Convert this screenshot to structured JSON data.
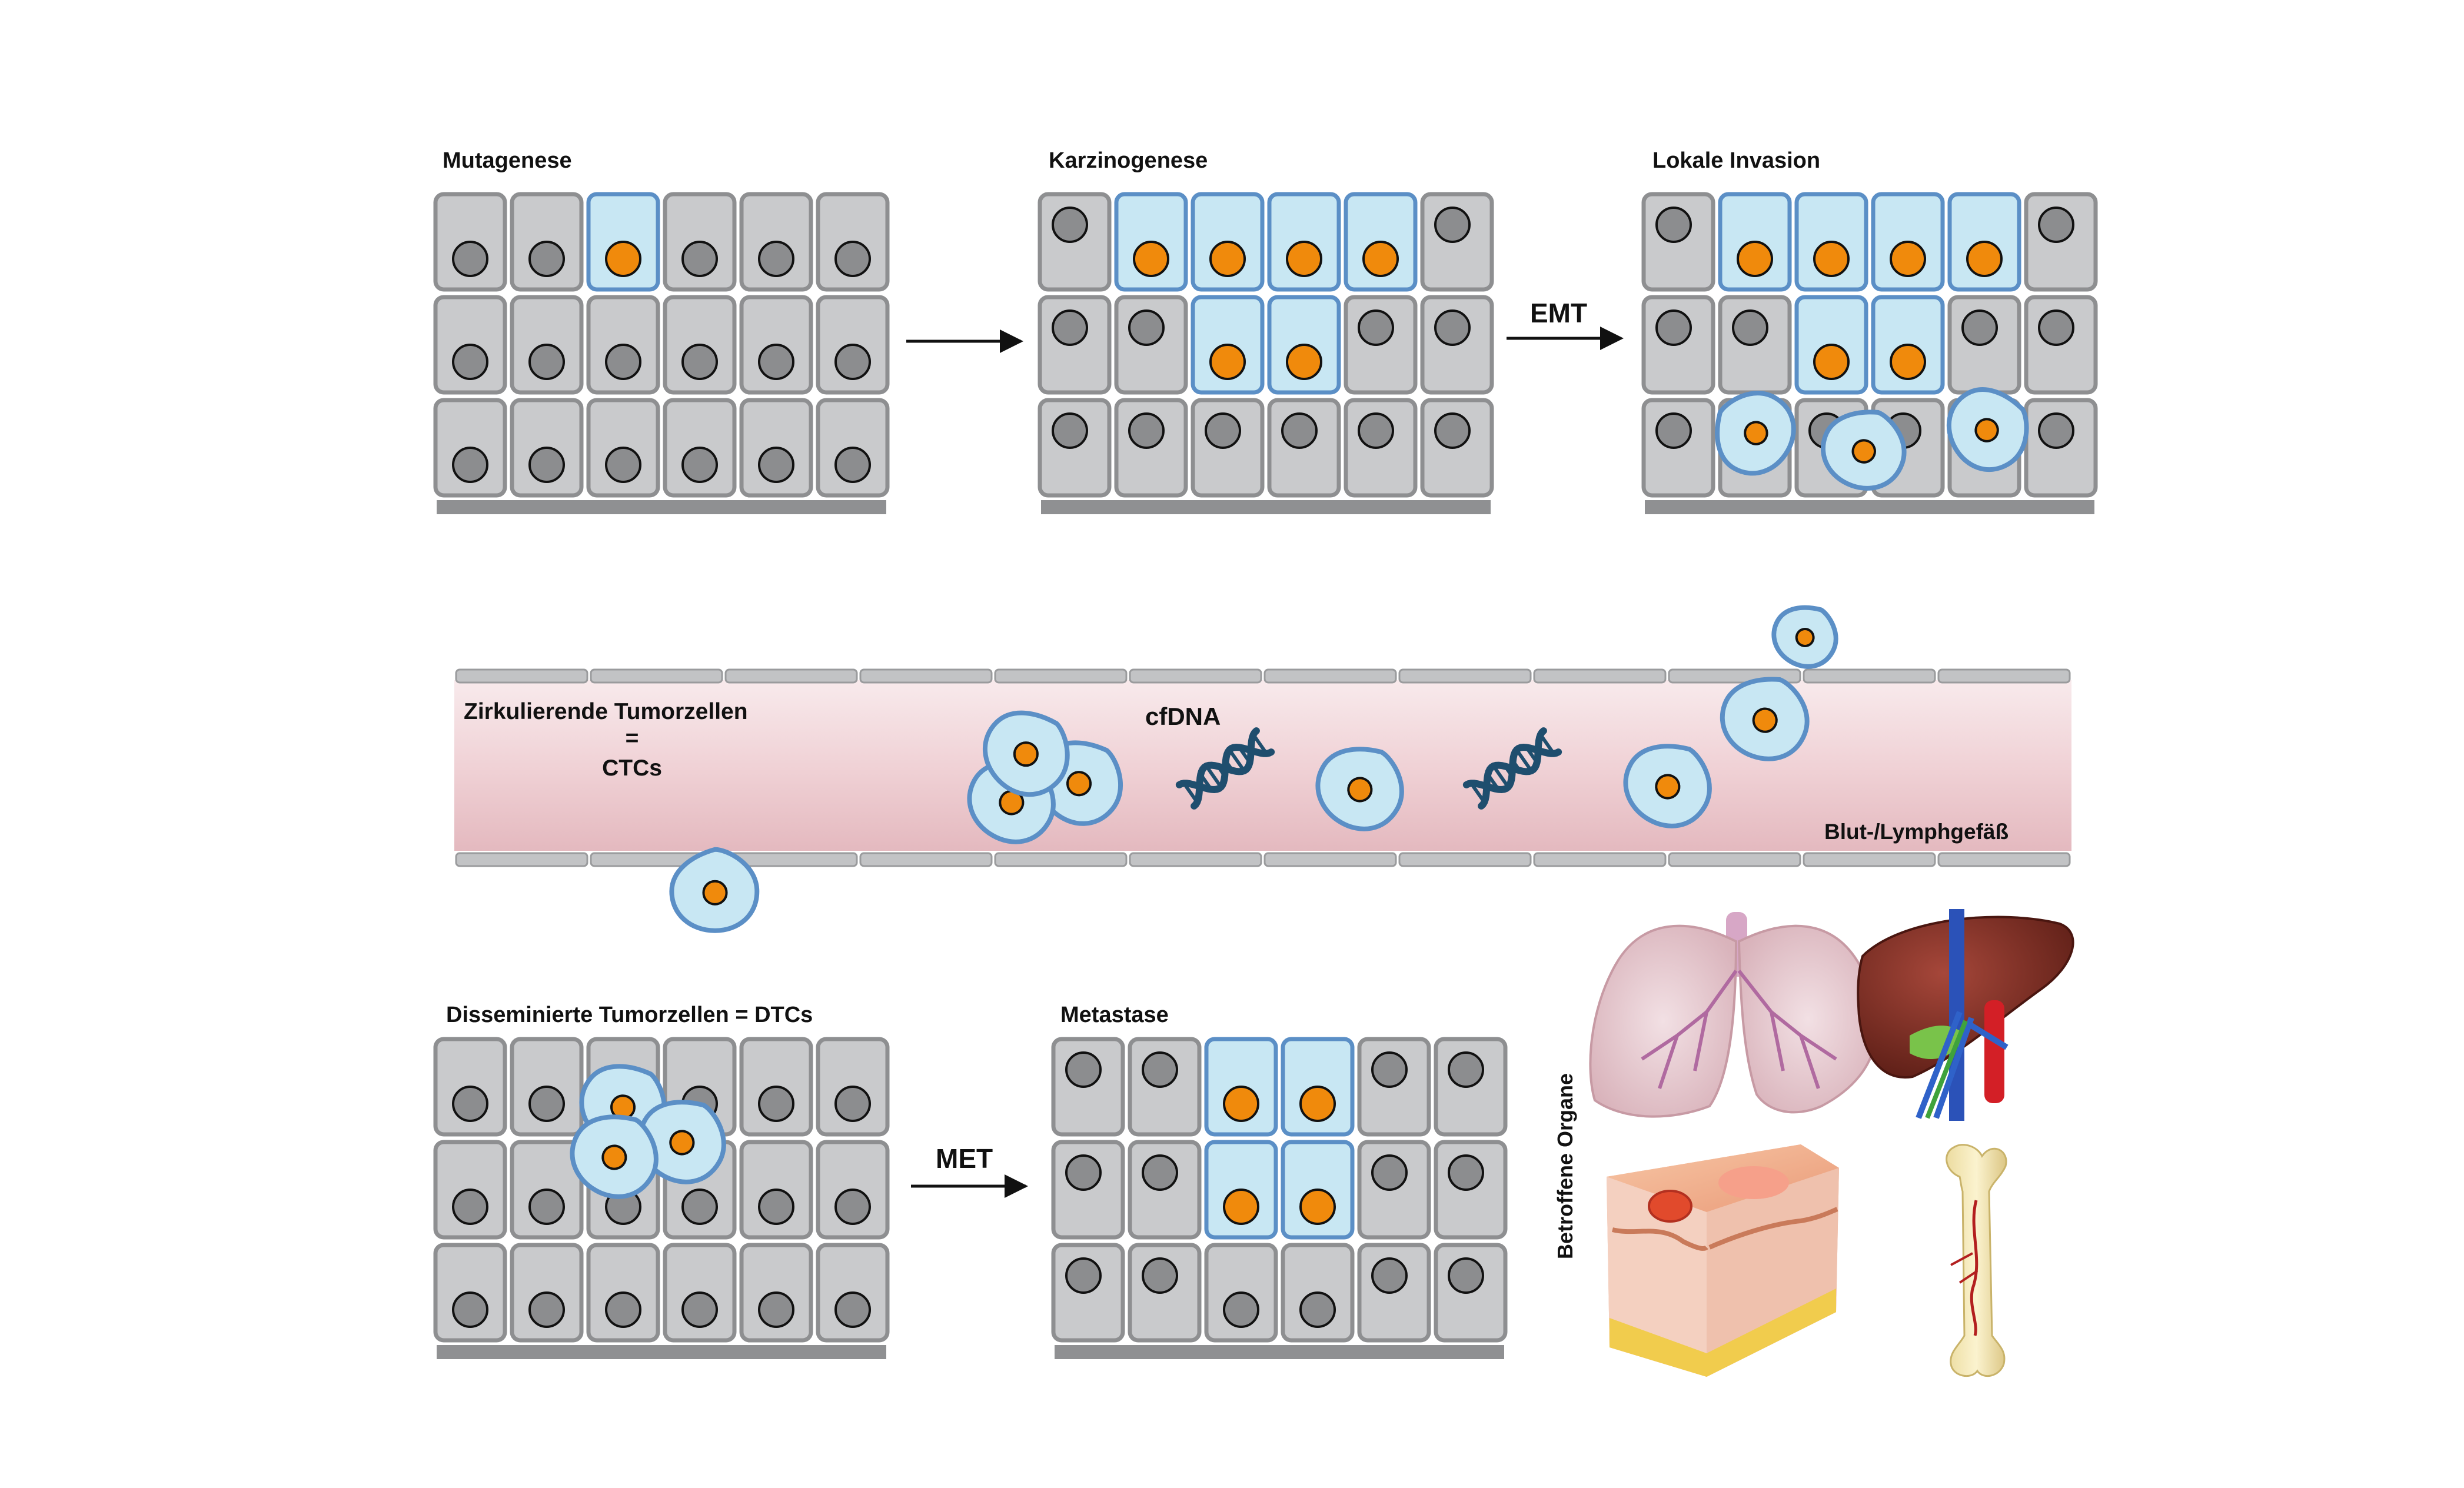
{
  "panels": {
    "mutagenese": {
      "title": "Mutagenese"
    },
    "karzinogenese": {
      "title": "Karzinogenese"
    },
    "lokale_invasion": {
      "title": "Lokale Invasion"
    },
    "dtcs": {
      "title": "Disseminierte Tumorzellen = DTCs"
    },
    "metastase": {
      "title": "Metastase"
    }
  },
  "transitions": {
    "emt": "EMT",
    "met": "MET"
  },
  "vessel": {
    "ctc_line1": "Zirkulierende Tumorzellen",
    "ctc_line2": "=",
    "ctc_line3": "CTCs",
    "cfdna": "cfDNA",
    "vessel_label": "Blut-/Lymphgefäß"
  },
  "organs": {
    "label": "Betroffene Organe",
    "items": [
      "lung",
      "liver",
      "skin",
      "bone"
    ]
  },
  "colors": {
    "normal_cell": "#c9cacc",
    "normal_border": "#8e8f91",
    "tumor_cell": "#c8e7f3",
    "tumor_border": "#5b8fc6",
    "nucleus_normal": "#8c8d8f",
    "nucleus_tumor": "#f08a0c",
    "vessel_fill": "#f1d7da",
    "dna": "#1f4e6e"
  }
}
